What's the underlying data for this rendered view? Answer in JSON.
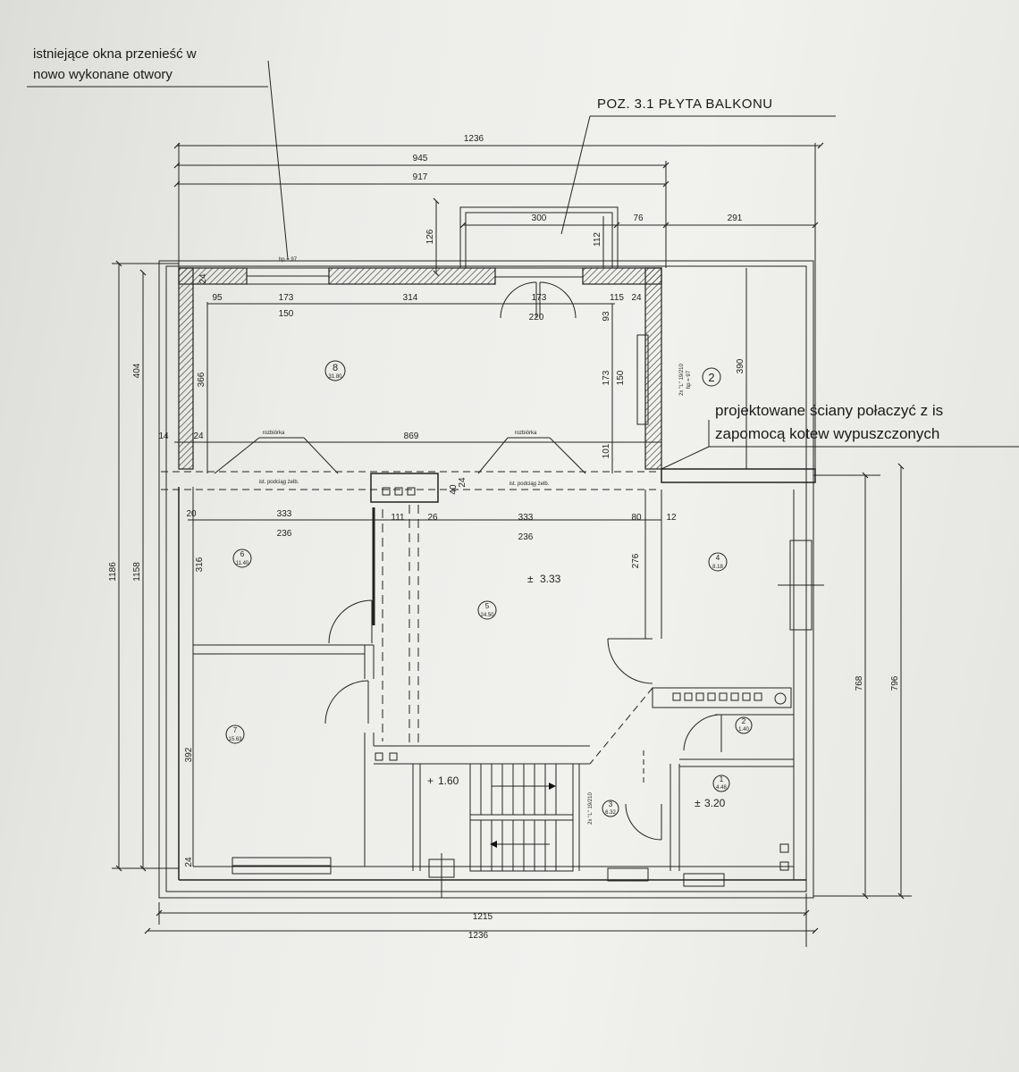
{
  "notes": {
    "window_note_line1": "istniejące okna przenieść w",
    "window_note_line2": "nowo wykonane otwory",
    "balcony_note": "POZ. 3.1  PŁYTA  BALKONU",
    "walls_note_line1": "projektowane ściany połaczyć z is",
    "walls_note_line2": "zapomocą kotew wypuszczonych"
  },
  "dimensions": {
    "top_total": "1236",
    "top_945": "945",
    "top_917": "917",
    "balcony_300": "300",
    "balcony_76": "76",
    "right_291": "291",
    "balcony_126": "126",
    "balcony_112": "112",
    "hp_left": "hp = 97",
    "d95": "95",
    "d173a": "173",
    "d150a": "150",
    "d314": "314",
    "d173b": "173",
    "d220": "220",
    "d115": "115",
    "d24a": "24",
    "d24b": "24",
    "d93": "93",
    "d173v": "173",
    "d150v": "150",
    "d101": "101",
    "d390": "390",
    "door_label_top": "2x \"L\" 19/210",
    "hp_right": "hp = 97",
    "left_404": "404",
    "left_366": "366",
    "d14": "14",
    "d24c": "24",
    "d869": "869",
    "rozbiorka1": "rozbiórka",
    "rozbiorka2": "rozbiórka",
    "beam1": "ist. podciąg żelb.",
    "beam2": "ist. podciąg żelb.",
    "d40": "40",
    "d24d": "24",
    "d20": "20",
    "d333a": "333",
    "d236a": "236",
    "d111": "111",
    "d26": "26",
    "d333b": "333",
    "d236b": "236",
    "d80": "80",
    "d12": "12",
    "d276": "276",
    "d316": "316",
    "d392": "392",
    "d24e": "24",
    "left_1186": "1186",
    "left_1158": "1158",
    "right_768": "768",
    "right_796": "796",
    "bottom_1215": "1215",
    "bottom_1236": "1236",
    "door_label_stair": "2x \"L\" 19/210"
  },
  "elevations": {
    "e333": "3.33",
    "e160": "1.60",
    "e320": "3.20"
  },
  "rooms": [
    {
      "num": "8",
      "area": "31.80"
    },
    {
      "num": "2",
      "area": ""
    },
    {
      "num": "6",
      "area": "11.40"
    },
    {
      "num": "5",
      "area": "24.50"
    },
    {
      "num": "4",
      "area": "8.18"
    },
    {
      "num": "7",
      "area": "15.63"
    },
    {
      "num": "2",
      "area": "1.40"
    },
    {
      "num": "1",
      "area": "4.48"
    },
    {
      "num": "3",
      "area": "6.32"
    }
  ],
  "colors": {
    "ink": "#1f1f1f",
    "paper": "#ecece9",
    "hatch": "#555555"
  }
}
